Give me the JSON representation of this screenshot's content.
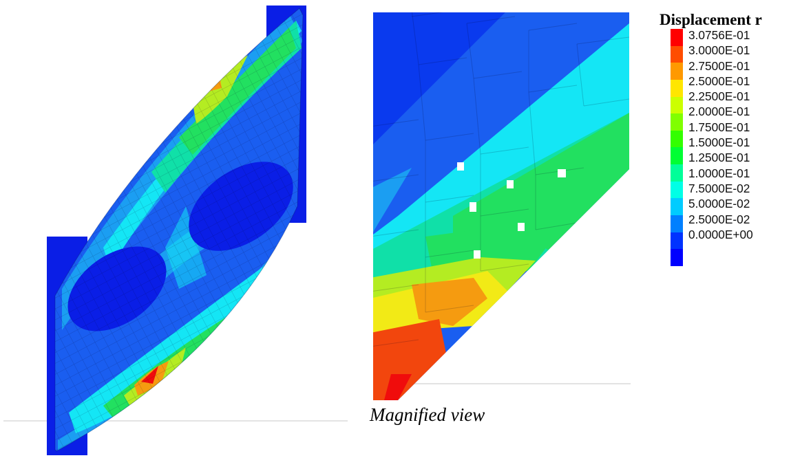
{
  "legend": {
    "title": "Displacement r",
    "levels": [
      {
        "label": "3.0756E-01",
        "color": "#ff0000"
      },
      {
        "label": "3.0000E-01",
        "color": "#ff4d00"
      },
      {
        "label": "2.7500E-01",
        "color": "#ff9900"
      },
      {
        "label": "2.5000E-01",
        "color": "#ffe600"
      },
      {
        "label": "2.2500E-01",
        "color": "#ccff00"
      },
      {
        "label": "2.0000E-01",
        "color": "#80ff00"
      },
      {
        "label": "1.7500E-01",
        "color": "#33ff00"
      },
      {
        "label": "1.5000E-01",
        "color": "#00ff33"
      },
      {
        "label": "1.2500E-01",
        "color": "#00ff99"
      },
      {
        "label": "1.0000E-01",
        "color": "#00ffe6"
      },
      {
        "label": "7.5000E-02",
        "color": "#00ccff"
      },
      {
        "label": "5.0000E-02",
        "color": "#0080ff"
      },
      {
        "label": "2.5000E-02",
        "color": "#0033ff"
      },
      {
        "label": "0.0000E+00",
        "color": "#0000ff"
      }
    ]
  },
  "caption": "Magnified view",
  "colors": {
    "deep_blue": "#0a1ee6",
    "mid_blue": "#1a5ef0",
    "light_blue": "#1b9ef2",
    "cyan": "#14e6f5",
    "teal": "#10e0a8",
    "green": "#22e060",
    "yellow_green": "#b4ec22",
    "yellow": "#f2ea16",
    "orange": "#f59b10",
    "red_orange": "#f2460d",
    "red": "#f00c0c"
  }
}
